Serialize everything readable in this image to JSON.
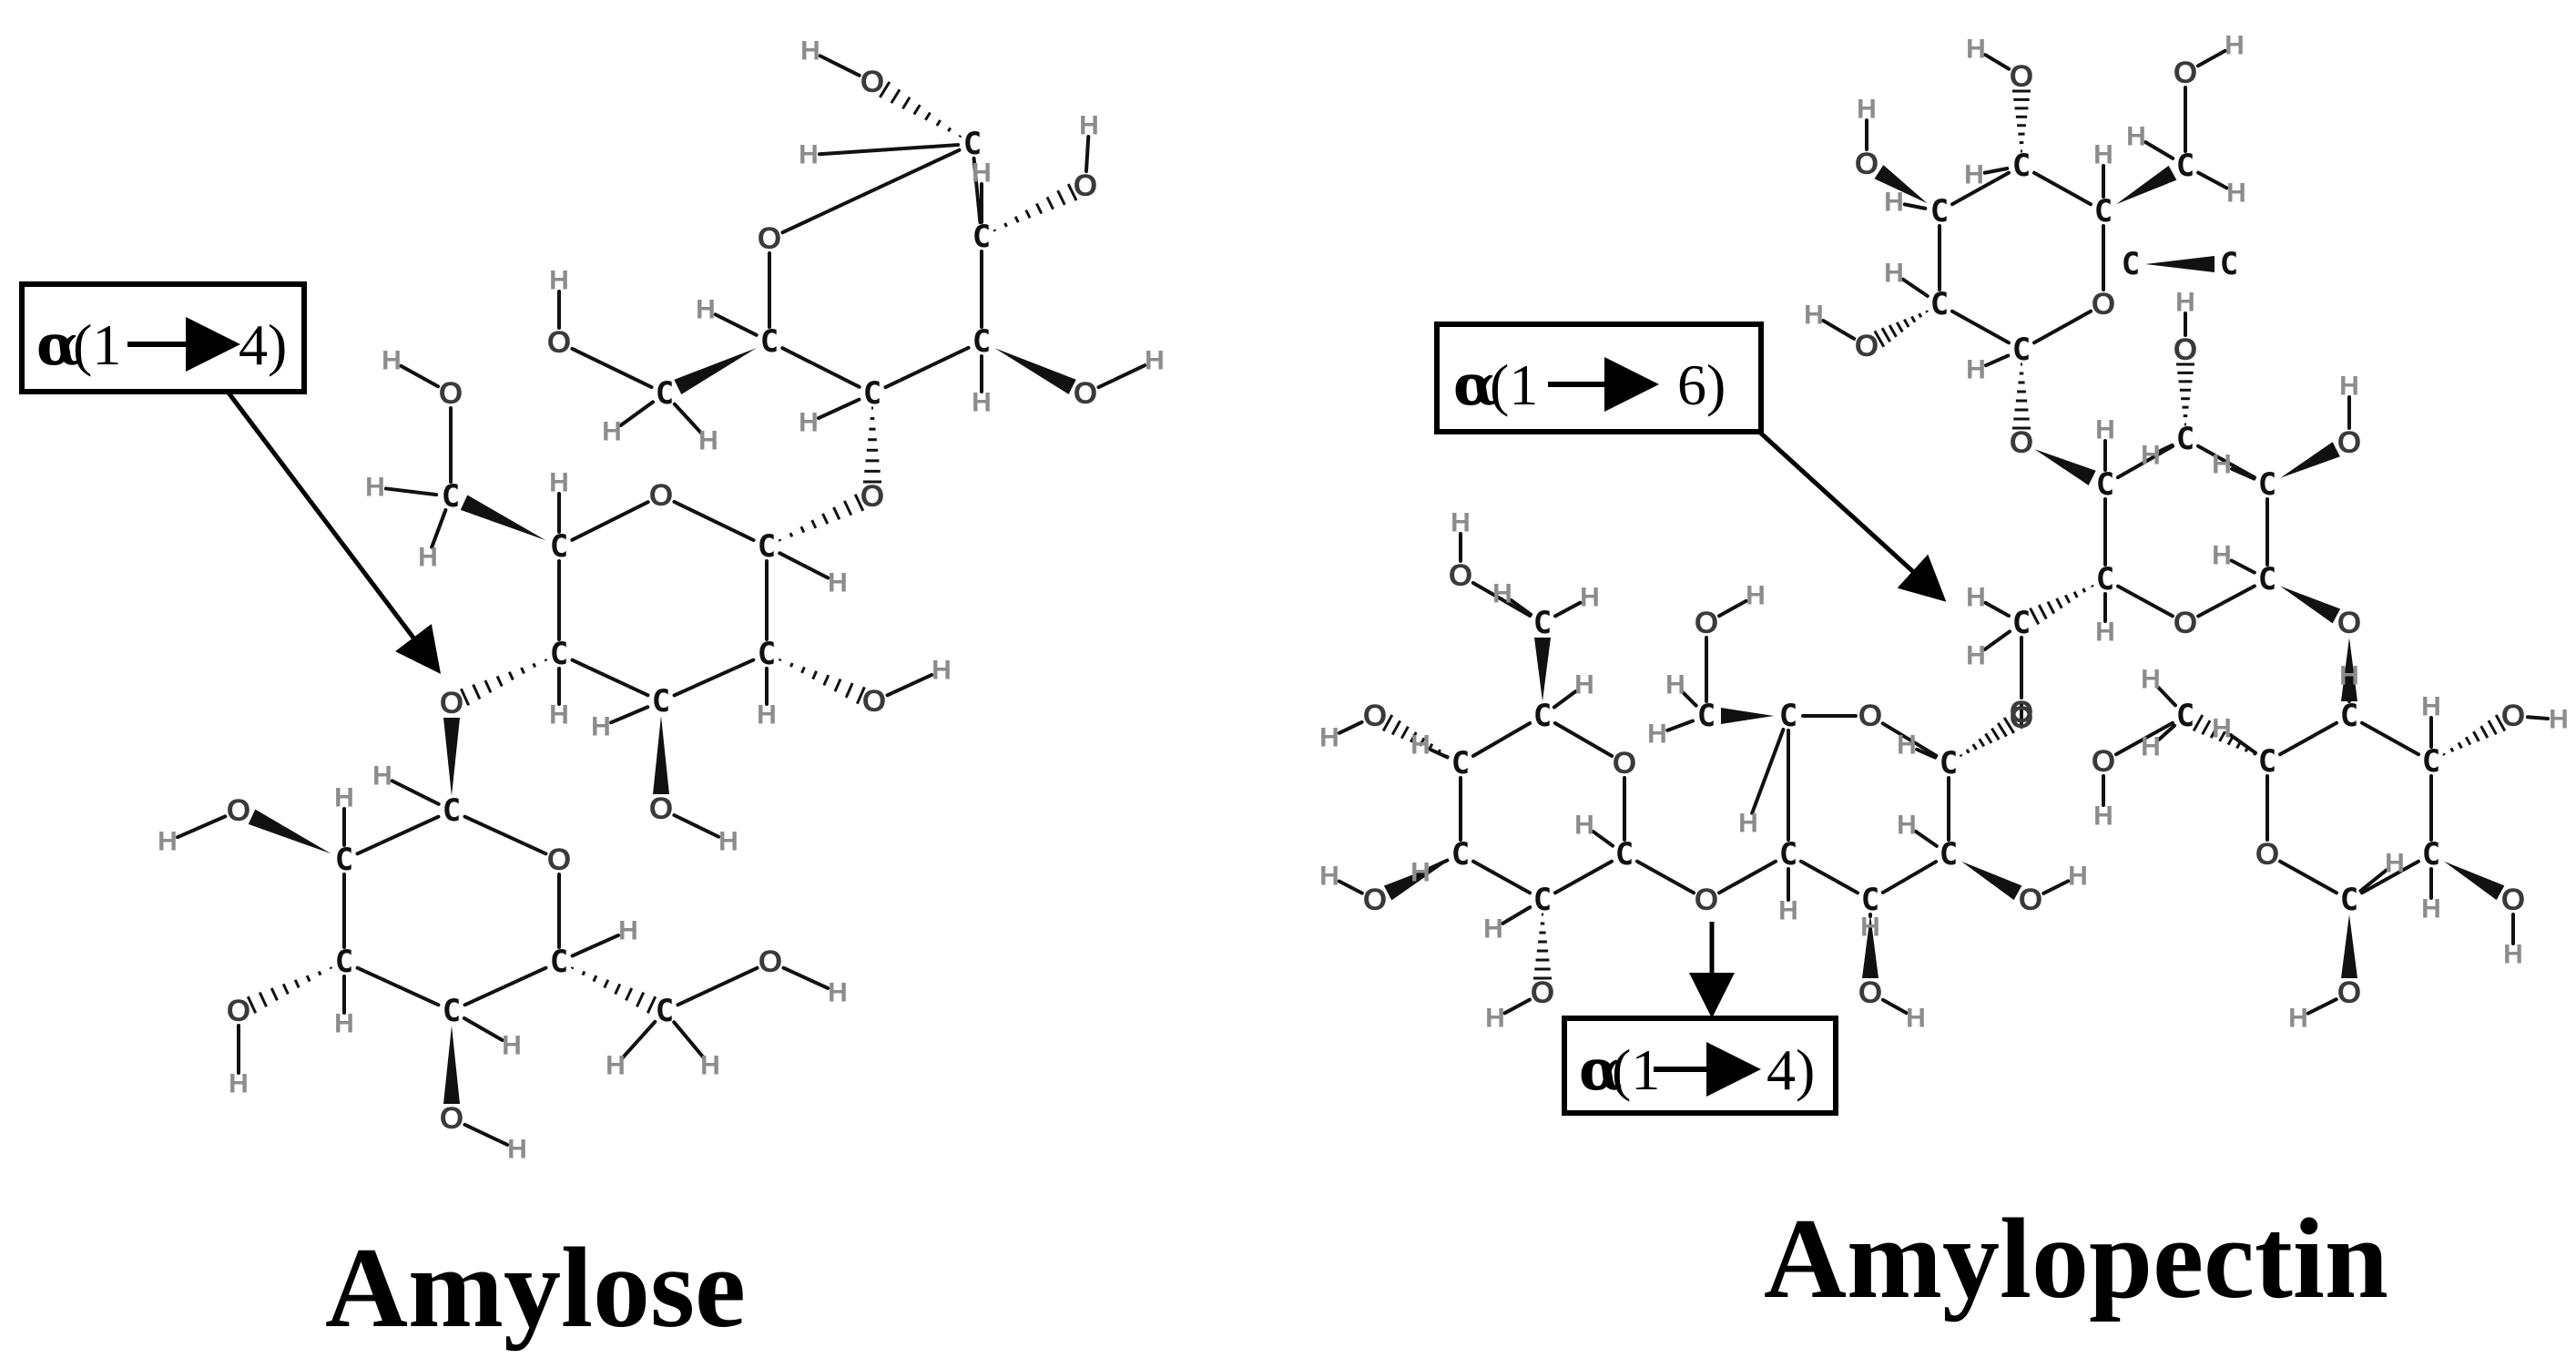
{
  "titles": {
    "amylose": "Amylose",
    "amylopectin": "Amylopectin"
  },
  "linkage_labels": {
    "amylose_alpha_1_4": {
      "alpha": "α",
      "open": "(1",
      "close": "4)"
    },
    "amylopectin_alpha_1_6": {
      "alpha": "α",
      "open": "(1",
      "close": "6)"
    },
    "amylopectin_alpha_1_4": {
      "alpha": "α",
      "open": "(1",
      "close": "4)"
    }
  },
  "atom_symbols": {
    "carbon": "C",
    "oxygen": "O",
    "hydrogen": "H"
  },
  "colors": {
    "carbon": "#111111",
    "oxygen": "#3a3a3a",
    "hydrogen": "#8c8c8c",
    "bond": "#111111"
  }
}
